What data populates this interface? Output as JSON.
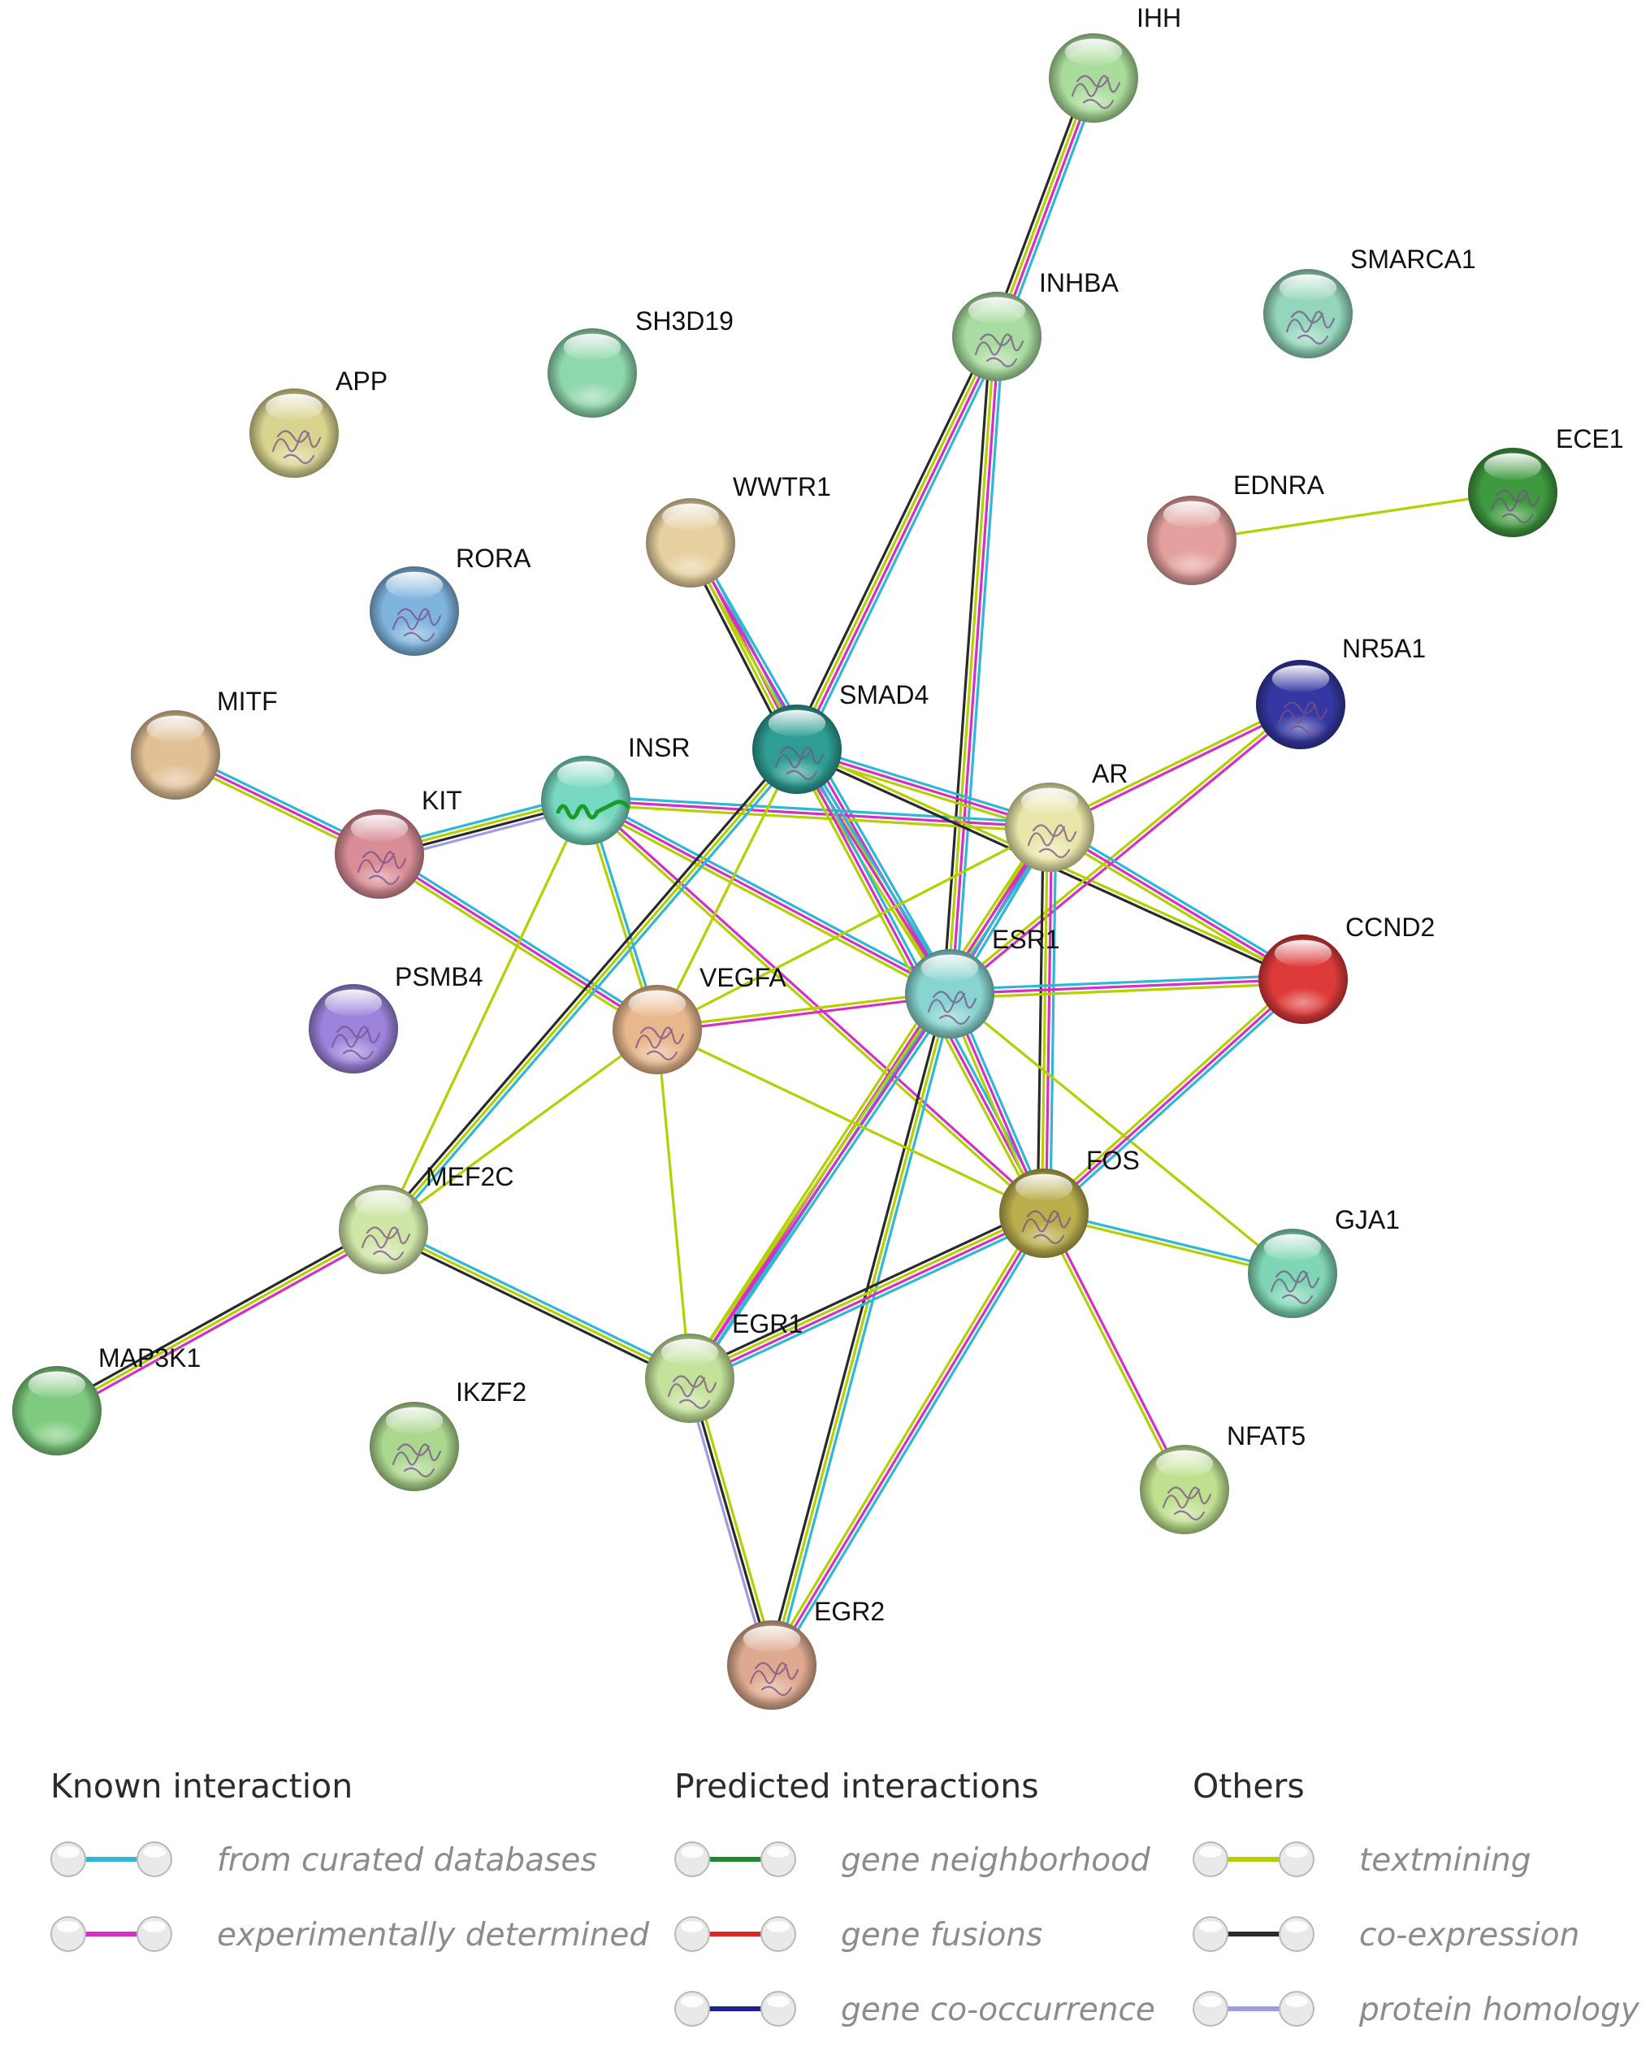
{
  "network": {
    "nodes": [
      {
        "id": "IHH",
        "label": "IHH",
        "color": "#a9dc9a",
        "motif": "protein"
      },
      {
        "id": "INHBA",
        "label": "INHBA",
        "color": "#a9dca0",
        "motif": "protein"
      },
      {
        "id": "SMARCA1",
        "label": "SMARCA1",
        "color": "#93d6bb",
        "motif": "protein"
      },
      {
        "id": "SH3D19",
        "label": "SH3D19",
        "color": "#8fd8ad",
        "motif": "none"
      },
      {
        "id": "APP",
        "label": "APP",
        "color": "#d8d48f",
        "motif": "protein"
      },
      {
        "id": "ECE1",
        "label": "ECE1",
        "color": "#3f9a3f",
        "motif": "protein"
      },
      {
        "id": "EDNRA",
        "label": "EDNRA",
        "color": "#e3a09e",
        "motif": "none"
      },
      {
        "id": "WWTR1",
        "label": "WWTR1",
        "color": "#e6d09f",
        "motif": "none"
      },
      {
        "id": "RORA",
        "label": "RORA",
        "color": "#7fb4df",
        "motif": "protein"
      },
      {
        "id": "NR5A1",
        "label": "NR5A1",
        "color": "#3538a2",
        "motif": "protein"
      },
      {
        "id": "MITF",
        "label": "MITF",
        "color": "#e2c096",
        "motif": "none"
      },
      {
        "id": "SMAD4",
        "label": "SMAD4",
        "color": "#2e9e94",
        "motif": "protein"
      },
      {
        "id": "INSR",
        "label": "INSR",
        "color": "#78d9c2",
        "motif": "helix"
      },
      {
        "id": "KIT",
        "label": "KIT",
        "color": "#d98d96",
        "motif": "protein"
      },
      {
        "id": "AR",
        "label": "AR",
        "color": "#e8e6a8",
        "motif": "protein"
      },
      {
        "id": "CCND2",
        "label": "CCND2",
        "color": "#de3a3a",
        "motif": "none"
      },
      {
        "id": "PSMB4",
        "label": "PSMB4",
        "color": "#9c84dc",
        "motif": "protein"
      },
      {
        "id": "ESR1",
        "label": "ESR1",
        "color": "#88d4d0",
        "motif": "protein"
      },
      {
        "id": "VEGFA",
        "label": "VEGFA",
        "color": "#e8b88c",
        "motif": "protein"
      },
      {
        "id": "MEF2C",
        "label": "MEF2C",
        "color": "#cfe6a6",
        "motif": "protein"
      },
      {
        "id": "FOS",
        "label": "FOS",
        "color": "#b9ad4c",
        "motif": "protein"
      },
      {
        "id": "GJA1",
        "label": "GJA1",
        "color": "#7fd6b4",
        "motif": "protein"
      },
      {
        "id": "MAP3K1",
        "label": "MAP3K1",
        "color": "#7ecb7f",
        "motif": "none"
      },
      {
        "id": "EGR1",
        "label": "EGR1",
        "color": "#c4e29a",
        "motif": "protein"
      },
      {
        "id": "IKZF2",
        "label": "IKZF2",
        "color": "#acd78e",
        "motif": "protein"
      },
      {
        "id": "NFAT5",
        "label": "NFAT5",
        "color": "#bfe18f",
        "motif": "protein"
      },
      {
        "id": "EGR2",
        "label": "EGR2",
        "color": "#dea98f",
        "motif": "protein"
      }
    ],
    "edges": [
      {
        "source": "IHH",
        "target": "INHBA",
        "evidence": [
          "curated",
          "experimental",
          "textmining",
          "coexpression"
        ]
      },
      {
        "source": "EDNRA",
        "target": "ECE1",
        "evidence": [
          "textmining"
        ]
      },
      {
        "source": "INHBA",
        "target": "SMAD4",
        "evidence": [
          "curated",
          "experimental",
          "textmining",
          "coexpression"
        ]
      },
      {
        "source": "INHBA",
        "target": "ESR1",
        "evidence": [
          "curated",
          "experimental",
          "textmining",
          "coexpression"
        ]
      },
      {
        "source": "WWTR1",
        "target": "SMAD4",
        "evidence": [
          "curated",
          "experimental",
          "textmining",
          "coexpression"
        ]
      },
      {
        "source": "WWTR1",
        "target": "ESR1",
        "evidence": [
          "curated",
          "experimental",
          "textmining"
        ]
      },
      {
        "source": "MITF",
        "target": "KIT",
        "evidence": [
          "curated",
          "experimental",
          "textmining"
        ]
      },
      {
        "source": "KIT",
        "target": "INSR",
        "evidence": [
          "curated",
          "textmining",
          "coexpression",
          "homology"
        ]
      },
      {
        "source": "KIT",
        "target": "VEGFA",
        "evidence": [
          "curated",
          "experimental",
          "textmining"
        ]
      },
      {
        "source": "INSR",
        "target": "AR",
        "evidence": [
          "curated",
          "experimental",
          "textmining"
        ]
      },
      {
        "source": "INSR",
        "target": "ESR1",
        "evidence": [
          "curated",
          "experimental",
          "textmining"
        ]
      },
      {
        "source": "INSR",
        "target": "VEGFA",
        "evidence": [
          "curated",
          "textmining"
        ]
      },
      {
        "source": "INSR",
        "target": "FOS",
        "evidence": [
          "experimental",
          "textmining"
        ]
      },
      {
        "source": "INSR",
        "target": "MEF2C",
        "evidence": [
          "textmining"
        ]
      },
      {
        "source": "SMAD4",
        "target": "AR",
        "evidence": [
          "curated",
          "experimental",
          "textmining"
        ]
      },
      {
        "source": "SMAD4",
        "target": "ESR1",
        "evidence": [
          "curated",
          "experimental",
          "textmining"
        ]
      },
      {
        "source": "SMAD4",
        "target": "CCND2",
        "evidence": [
          "textmining",
          "coexpression"
        ]
      },
      {
        "source": "SMAD4",
        "target": "FOS",
        "evidence": [
          "curated",
          "experimental",
          "textmining"
        ]
      },
      {
        "source": "SMAD4",
        "target": "MEF2C",
        "evidence": [
          "curated",
          "textmining",
          "coexpression"
        ]
      },
      {
        "source": "SMAD4",
        "target": "VEGFA",
        "evidence": [
          "textmining"
        ]
      },
      {
        "source": "NR5A1",
        "target": "AR",
        "evidence": [
          "experimental",
          "textmining"
        ]
      },
      {
        "source": "NR5A1",
        "target": "ESR1",
        "evidence": [
          "experimental",
          "textmining"
        ]
      },
      {
        "source": "AR",
        "target": "ESR1",
        "evidence": [
          "curated",
          "experimental",
          "textmining"
        ]
      },
      {
        "source": "AR",
        "target": "CCND2",
        "evidence": [
          "curated",
          "experimental",
          "textmining"
        ]
      },
      {
        "source": "AR",
        "target": "FOS",
        "evidence": [
          "curated",
          "experimental",
          "textmining",
          "coexpression"
        ]
      },
      {
        "source": "AR",
        "target": "EGR1",
        "evidence": [
          "curated",
          "experimental",
          "textmining"
        ]
      },
      {
        "source": "AR",
        "target": "VEGFA",
        "evidence": [
          "textmining"
        ]
      },
      {
        "source": "ESR1",
        "target": "CCND2",
        "evidence": [
          "curated",
          "experimental",
          "textmining"
        ]
      },
      {
        "source": "ESR1",
        "target": "VEGFA",
        "evidence": [
          "experimental",
          "textmining"
        ]
      },
      {
        "source": "ESR1",
        "target": "FOS",
        "evidence": [
          "curated",
          "experimental",
          "textmining"
        ]
      },
      {
        "source": "ESR1",
        "target": "EGR1",
        "evidence": [
          "curated",
          "experimental",
          "textmining"
        ]
      },
      {
        "source": "ESR1",
        "target": "EGR2",
        "evidence": [
          "curated",
          "textmining",
          "coexpression"
        ]
      },
      {
        "source": "ESR1",
        "target": "GJA1",
        "evidence": [
          "textmining"
        ]
      },
      {
        "source": "CCND2",
        "target": "FOS",
        "evidence": [
          "curated",
          "experimental",
          "textmining"
        ]
      },
      {
        "source": "VEGFA",
        "target": "MEF2C",
        "evidence": [
          "textmining"
        ]
      },
      {
        "source": "VEGFA",
        "target": "EGR1",
        "evidence": [
          "textmining"
        ]
      },
      {
        "source": "VEGFA",
        "target": "FOS",
        "evidence": [
          "textmining"
        ]
      },
      {
        "source": "MEF2C",
        "target": "MAP3K1",
        "evidence": [
          "experimental",
          "textmining",
          "coexpression"
        ]
      },
      {
        "source": "MEF2C",
        "target": "EGR1",
        "evidence": [
          "curated",
          "textmining",
          "coexpression"
        ]
      },
      {
        "source": "FOS",
        "target": "EGR1",
        "evidence": [
          "curated",
          "experimental",
          "textmining",
          "coexpression"
        ]
      },
      {
        "source": "FOS",
        "target": "EGR2",
        "evidence": [
          "curated",
          "experimental",
          "textmining"
        ]
      },
      {
        "source": "FOS",
        "target": "GJA1",
        "evidence": [
          "curated",
          "textmining"
        ]
      },
      {
        "source": "FOS",
        "target": "NFAT5",
        "evidence": [
          "experimental",
          "textmining"
        ]
      },
      {
        "source": "EGR1",
        "target": "EGR2",
        "evidence": [
          "textmining",
          "coexpression",
          "homology"
        ]
      }
    ]
  },
  "evidence_colors": {
    "curated": "#2eb8d6",
    "experimental": "#d62fc4",
    "neighborhood": "#1f8c2b",
    "fusion": "#e0261f",
    "cooccurrence": "#1f1f9c",
    "textmining": "#b4d000",
    "coexpression": "#2a2a2a",
    "homology": "#9b9be8"
  },
  "legend": {
    "groups": [
      {
        "heading": "Known interaction",
        "items": [
          {
            "label": "from curated databases",
            "evidence": "curated"
          },
          {
            "label": "experimentally determined",
            "evidence": "experimental"
          }
        ]
      },
      {
        "heading": "Predicted interactions",
        "items": [
          {
            "label": "gene neighborhood",
            "evidence": "neighborhood"
          },
          {
            "label": "gene fusions",
            "evidence": "fusion"
          },
          {
            "label": "gene co-occurrence",
            "evidence": "cooccurrence"
          }
        ]
      },
      {
        "heading": "Others",
        "items": [
          {
            "label": "textmining",
            "evidence": "textmining"
          },
          {
            "label": "co-expression",
            "evidence": "coexpression"
          },
          {
            "label": "protein homology",
            "evidence": "homology"
          }
        ]
      }
    ]
  }
}
